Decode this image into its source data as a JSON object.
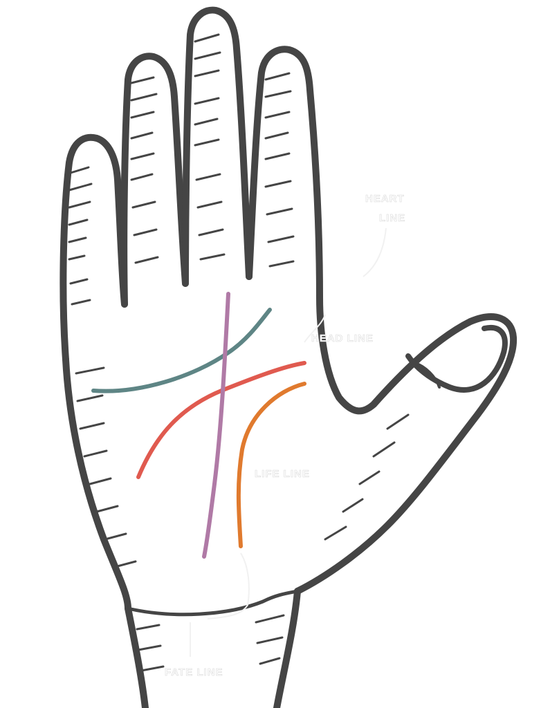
{
  "labels": {
    "heart_line": "HEART LINE",
    "head_line": "HEAD LINE",
    "life_line": "LIFE LINE",
    "fate_line": "FATE LINE"
  },
  "colors": {
    "outline": "#454545",
    "background": "#ffffff",
    "heart_line": "#5e8585",
    "head_line": "#e05a4f",
    "life_line": "#e07a2e",
    "fate_line": "#b07aa6",
    "label_text": "#ffffff"
  }
}
